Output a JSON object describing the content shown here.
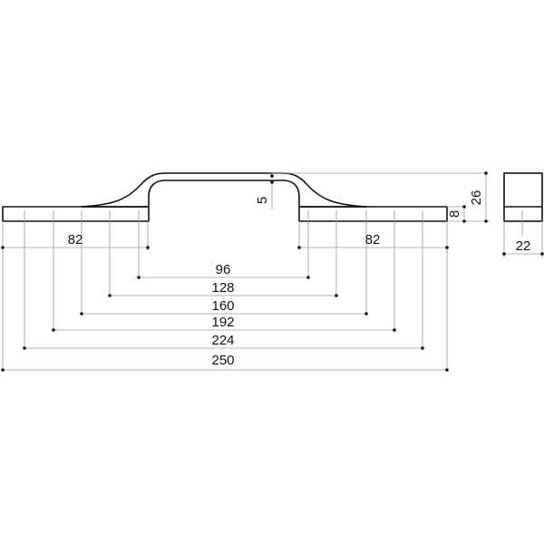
{
  "drawing": {
    "dimensions": {
      "left_offset": "82",
      "right_offset": "82",
      "c1": "96",
      "c2": "128",
      "c3": "160",
      "c4": "192",
      "c5": "224",
      "total_length": "250",
      "gap_depth": "5",
      "bar_thickness": "8",
      "height": "26",
      "profile_width": "22"
    }
  }
}
